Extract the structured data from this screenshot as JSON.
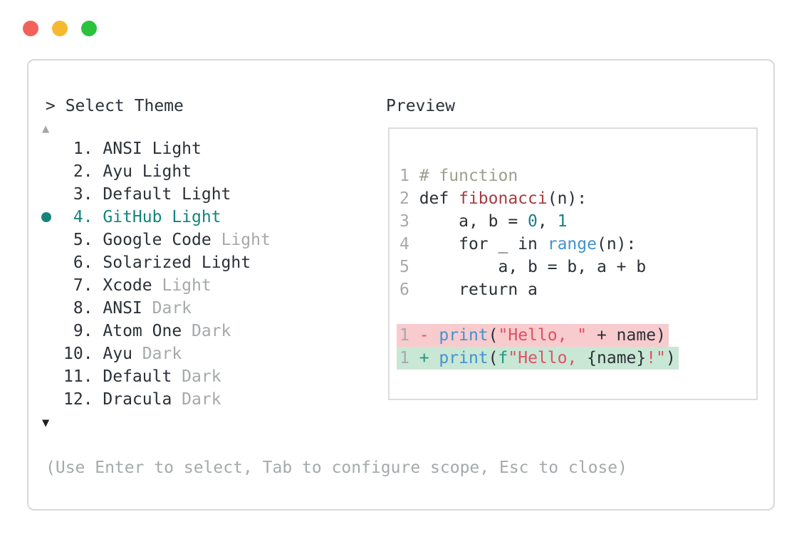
{
  "window": {
    "traffic_lights": [
      {
        "name": "close",
        "color": "#f2615b"
      },
      {
        "name": "minimize",
        "color": "#f5b92f"
      },
      {
        "name": "zoom",
        "color": "#2bc33e"
      }
    ]
  },
  "prompt": {
    "text": "> Select Theme"
  },
  "list": {
    "scroll_up": {
      "icon": "▲",
      "enabled": false
    },
    "scroll_down": {
      "icon": "▼",
      "enabled": true
    },
    "accent_color": "#13857c",
    "items": [
      {
        "number": "1",
        "primary": "ANSI Light",
        "secondary": "",
        "selected": false
      },
      {
        "number": "2",
        "primary": "Ayu Light",
        "secondary": "",
        "selected": false
      },
      {
        "number": "3",
        "primary": "Default Light",
        "secondary": "",
        "selected": false
      },
      {
        "number": "4",
        "primary": "GitHub Light",
        "secondary": "",
        "selected": true
      },
      {
        "number": "5",
        "primary": "Google Code",
        "secondary": "Light",
        "selected": false
      },
      {
        "number": "6",
        "primary": "Solarized Light",
        "secondary": "",
        "selected": false
      },
      {
        "number": "7",
        "primary": "Xcode",
        "secondary": "Light",
        "selected": false
      },
      {
        "number": "8",
        "primary": "ANSI",
        "secondary": "Dark",
        "selected": false
      },
      {
        "number": "9",
        "primary": "Atom One",
        "secondary": "Dark",
        "selected": false
      },
      {
        "number": "10",
        "primary": "Ayu",
        "secondary": "Dark",
        "selected": false
      },
      {
        "number": "11",
        "primary": "Default",
        "secondary": "Dark",
        "selected": false
      },
      {
        "number": "12",
        "primary": "Dracula",
        "secondary": "Dark",
        "selected": false
      }
    ]
  },
  "preview": {
    "label": "Preview",
    "syntax_colors": {
      "plain": "#2b3137",
      "comment": "#9aa18c",
      "function_name": "#a63d42",
      "number_literal": "#17808a",
      "builtin": "#4292cf",
      "string": "#e15063",
      "diff_removed_sign": "#e15063",
      "diff_added_sign": "#27967f",
      "diff_removed_bg": "#f8cbce",
      "diff_added_bg": "#c9e7d5",
      "line_number": "#a5a9ab"
    },
    "code_lines": [
      {
        "number": "1",
        "diff": null,
        "segments": [
          {
            "text": "# function",
            "style": "comment"
          }
        ]
      },
      {
        "number": "2",
        "diff": null,
        "segments": [
          {
            "text": "def ",
            "style": "plain"
          },
          {
            "text": "fibonacci",
            "style": "function"
          },
          {
            "text": "(n):",
            "style": "plain"
          }
        ]
      },
      {
        "number": "3",
        "diff": null,
        "segments": [
          {
            "text": "    a, b = ",
            "style": "plain"
          },
          {
            "text": "0",
            "style": "number"
          },
          {
            "text": ", ",
            "style": "plain"
          },
          {
            "text": "1",
            "style": "number"
          }
        ]
      },
      {
        "number": "4",
        "diff": null,
        "segments": [
          {
            "text": "    for _ in ",
            "style": "plain"
          },
          {
            "text": "range",
            "style": "builtin"
          },
          {
            "text": "(n):",
            "style": "plain"
          }
        ]
      },
      {
        "number": "5",
        "diff": null,
        "segments": [
          {
            "text": "        a, b = b, a + b",
            "style": "plain"
          }
        ]
      },
      {
        "number": "6",
        "diff": null,
        "segments": [
          {
            "text": "    return a",
            "style": "plain"
          }
        ]
      },
      {
        "number": "",
        "diff": null,
        "segments": []
      },
      {
        "number": "1",
        "diff": "removed",
        "segments": [
          {
            "text": "- ",
            "style": "sign-removed"
          },
          {
            "text": "print",
            "style": "builtin"
          },
          {
            "text": "(",
            "style": "plain"
          },
          {
            "text": "\"Hello, \"",
            "style": "string"
          },
          {
            "text": " + name)",
            "style": "plain"
          }
        ]
      },
      {
        "number": "1",
        "diff": "added",
        "segments": [
          {
            "text": "+ ",
            "style": "sign-added"
          },
          {
            "text": "print",
            "style": "builtin"
          },
          {
            "text": "(",
            "style": "plain"
          },
          {
            "text": "f",
            "style": "fprefix"
          },
          {
            "text": "\"Hello, ",
            "style": "string"
          },
          {
            "text": "{name}",
            "style": "plain"
          },
          {
            "text": "!\"",
            "style": "string"
          },
          {
            "text": ")",
            "style": "plain"
          }
        ]
      }
    ]
  },
  "footer": {
    "hint": "(Use Enter to select, Tab to configure scope, Esc to close)"
  }
}
